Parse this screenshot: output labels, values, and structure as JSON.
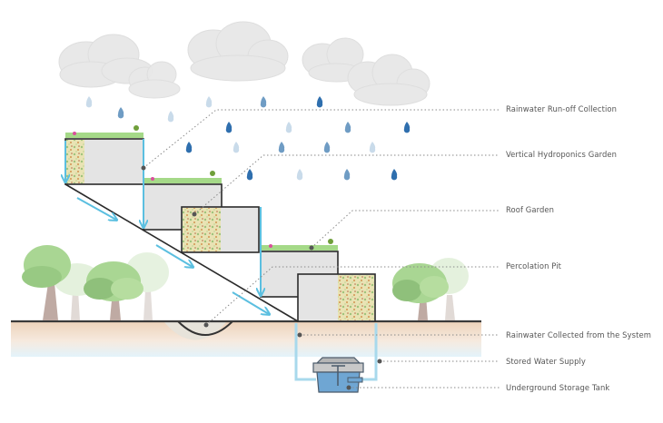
{
  "diagram": {
    "title": "Rainwater harvesting system section",
    "colors": {
      "water": "#5bbfe0",
      "water_pipe": "#a8d9ec",
      "cloud": "#e6e6e6",
      "drop_dark": "#2f6fae",
      "drop_mid": "#6f9cc4",
      "drop_light": "#c9dbea",
      "building_fill": "#e4e4e4",
      "outline": "#2b2b2b",
      "leader": "#888888",
      "tank_body": "#6fa6d3",
      "tank_lid": "#b5b5b5",
      "soil_top": "#efd7c0",
      "soil_bottom": "#e8f4fa",
      "tree_green": "#9ccf8a",
      "tree_trunk": "#b9a7a0"
    },
    "labels": [
      {
        "id": "runoff",
        "text": "Rainwater Run-off Collection"
      },
      {
        "id": "hydroponics",
        "text": "Vertical Hydroponics Garden"
      },
      {
        "id": "roof-garden",
        "text": "Roof Garden"
      },
      {
        "id": "percolation",
        "text": "Percolation Pit"
      },
      {
        "id": "collected",
        "text": "Rainwater Collected from the System"
      },
      {
        "id": "stored",
        "text": "Stored Water Supply"
      },
      {
        "id": "tank",
        "text": "Underground Storage Tank"
      }
    ]
  }
}
